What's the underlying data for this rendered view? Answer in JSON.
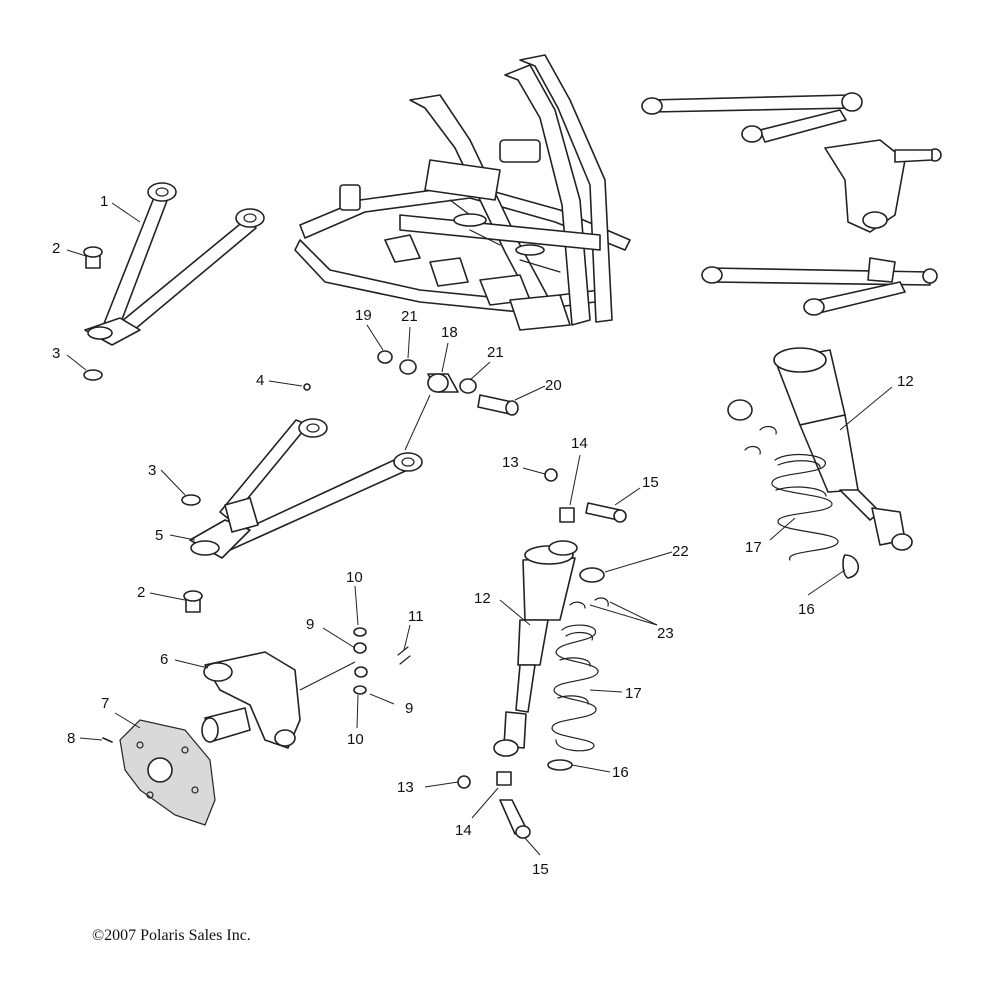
{
  "diagram": {
    "copyright": "©2007 Polaris Sales Inc.",
    "callouts": {
      "c1": "1",
      "c2a": "2",
      "c2b": "2",
      "c3a": "3",
      "c3b": "3",
      "c4": "4",
      "c5": "5",
      "c6": "6",
      "c7": "7",
      "c8": "8",
      "c9a": "9",
      "c9b": "9",
      "c10a": "10",
      "c10b": "10",
      "c11": "11",
      "c12a": "12",
      "c12b": "12",
      "c13a": "13",
      "c13b": "13",
      "c14a": "14",
      "c14b": "14",
      "c15a": "15",
      "c15b": "15",
      "c16a": "16",
      "c16b": "16",
      "c17a": "17",
      "c17b": "17",
      "c18": "18",
      "c19": "19",
      "c20": "20",
      "c21a": "21",
      "c21b": "21",
      "c22": "22",
      "c23": "23"
    }
  }
}
